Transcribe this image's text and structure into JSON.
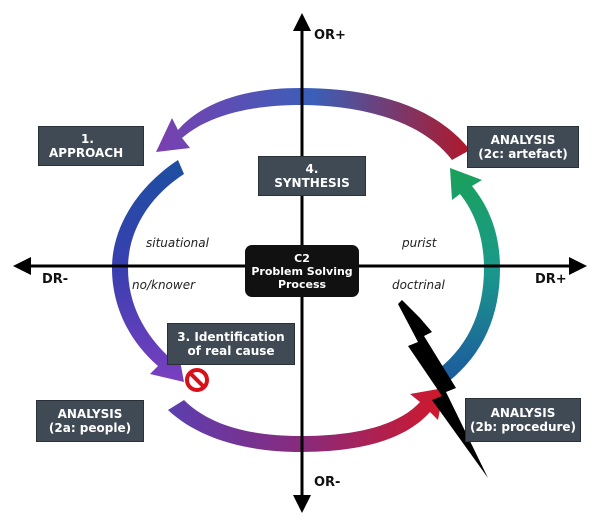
{
  "axes": {
    "top": "OR+",
    "bottom": "OR-",
    "left": "DR-",
    "right": "DR+"
  },
  "center": {
    "line1": "C2",
    "line2": "Problem Solving",
    "line3": "Process"
  },
  "quadrants": {
    "upper_left": "situational",
    "lower_left": "no/knower",
    "upper_right": "purist",
    "lower_right": "doctrinal"
  },
  "stages": {
    "approach": {
      "line1": "1.",
      "line2": "APPROACH"
    },
    "synthesis": {
      "line1": "4.",
      "line2": "SYNTHESIS"
    },
    "artefact": {
      "line1": "ANALYSIS",
      "line2": "(2c: artefact)"
    },
    "people": {
      "line1": "ANALYSIS",
      "line2": "(2a: people)"
    },
    "procedure": {
      "line1": "ANALYSIS",
      "line2": "(2b: procedure)"
    },
    "identification": {
      "line1": "3. Identification",
      "line2": "of real cause"
    }
  },
  "colors": {
    "box": "#3f4a54",
    "center_box": "#111111",
    "prohibition": "#d8101a"
  },
  "icons": {
    "prohibition": "no-entry-icon",
    "lightning": "lightning-bolt-icon"
  }
}
